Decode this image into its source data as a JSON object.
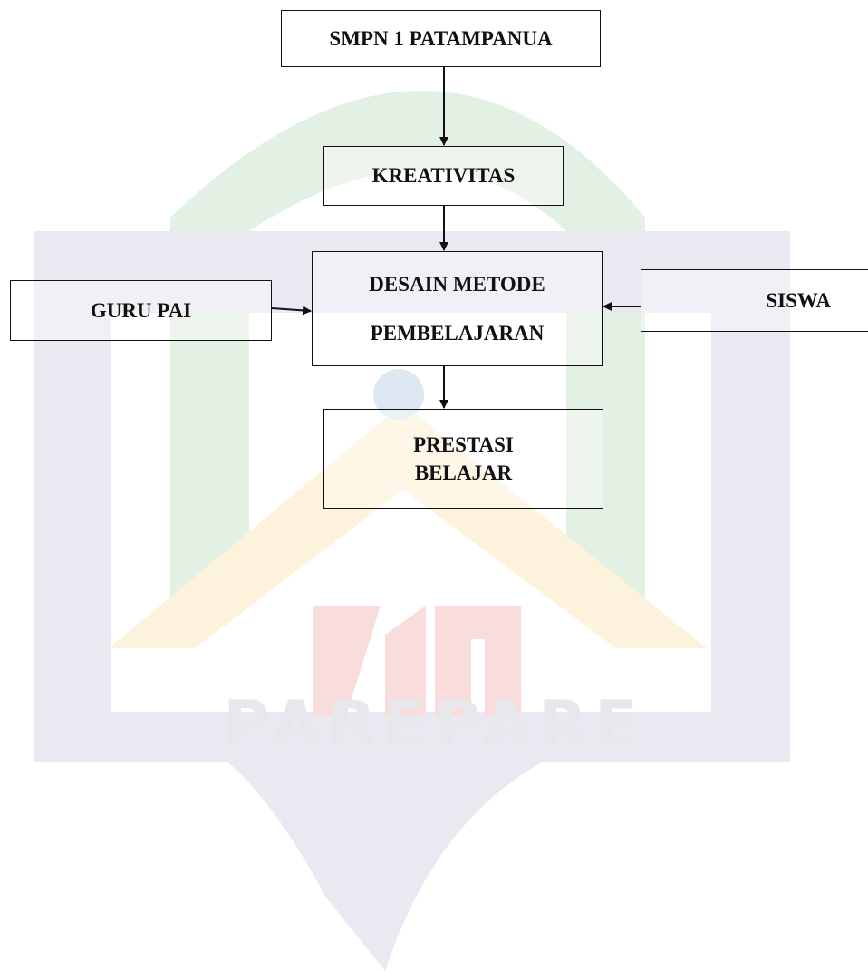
{
  "diagram": {
    "boxes": {
      "school": "SMPN 1 PATAMPANUA",
      "creativity": "KREATIVITAS",
      "design_line1": "DESAIN METODE",
      "design_line2": "PEMBELAJARAN",
      "teacher": "GURU PAI",
      "student": "SISWA",
      "achievement_line1": "PRESTASI",
      "achievement_line2": "BELAJAR"
    },
    "edges": [
      {
        "from": "school",
        "to": "creativity"
      },
      {
        "from": "creativity",
        "to": "design"
      },
      {
        "from": "teacher",
        "to": "design"
      },
      {
        "from": "student",
        "to": "design"
      },
      {
        "from": "design",
        "to": "achievement"
      }
    ]
  },
  "watermark": {
    "text": "PAREPARE",
    "colors": {
      "green": "#e3f0e4",
      "blue": "#e8e9f1",
      "yellow": "#fdf3dc",
      "red": "#f9dcdc"
    }
  }
}
